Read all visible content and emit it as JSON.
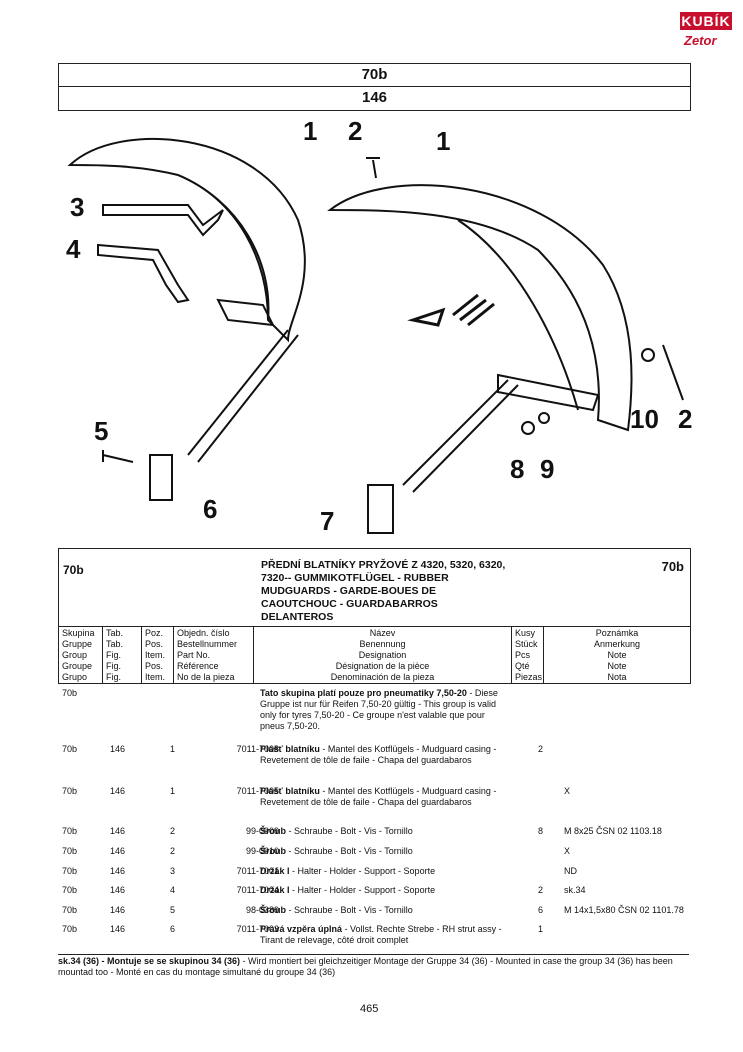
{
  "brand": {
    "line1": "KUBÍK",
    "line2": "Zetor"
  },
  "header": {
    "group": "70b",
    "figure": "146"
  },
  "callouts": [
    "1",
    "2",
    "1",
    "3",
    "4",
    "5",
    "6",
    "7",
    "8",
    "9",
    "10",
    "2"
  ],
  "section": {
    "code_left": "70b",
    "code_right": "70b",
    "title": "PŘEDNÍ BLATNÍKY PRYŽOVÉ Z 4320, 5320, 6320, 7320-- GUMMIKOTFLÜGEL - RUBBER MUDGUARDS - GARDE-BOUES DE CAOUTCHOUC - GUARDABARROS DELANTEROS"
  },
  "columns": {
    "group": [
      "Skupina",
      "Gruppe",
      "Group",
      "Groupe",
      "Grupo"
    ],
    "figure": [
      "Tab.",
      "Tab.",
      "Fig.",
      "Fig.",
      "Fig."
    ],
    "pos": [
      "Poz.",
      "Pos.",
      "Item.",
      "Pos.",
      "Item."
    ],
    "part": [
      "Objedn. číslo",
      "Bestellnummer",
      "Part No.",
      "Référence",
      "No de la pieza"
    ],
    "name": [
      "Název",
      "Benennung",
      "Designation",
      "Désignation de la pièce",
      "Denominación de la pieza"
    ],
    "qty": [
      "Kusy",
      "Stück",
      "Pcs",
      "Qté",
      "Piezas"
    ],
    "note": [
      "Poznámka",
      "Anmerkung",
      "Note",
      "Note",
      "Nota"
    ]
  },
  "intro": {
    "group": "70b",
    "bold": "Tato skupina platí pouze pro pneumatiky 7,50-20",
    "text": " - Diese Gruppe ist nur für Reifen 7,50-20 gültig - This group is valid only for tyres 7,50-20 - Ce groupe n'est valable que pour pneus 7,50-20."
  },
  "rows": [
    {
      "group": "70b",
      "fig": "146",
      "pos": "1",
      "part": "7011-7008",
      "name_bold": "Plášť blatníku",
      "name": " - Mantel des Kotflügels - Mudguard casing - Revetement de tôle de faile - Chapa del guardabaros",
      "qty": "2",
      "note": ""
    },
    {
      "group": "70b",
      "fig": "146",
      "pos": "1",
      "part": "7011-7005",
      "name_bold": "Plášť blatníku",
      "name": " - Mantel des Kotflügels - Mudguard casing - Revetement de tôle de faile - Chapa del guardabaros",
      "qty": "",
      "note": "X"
    },
    {
      "group": "70b",
      "fig": "146",
      "pos": "2",
      "part": "99-0909",
      "name_bold": "Šroub",
      "name": " - Schraube - Bolt - Vis - Tornillo",
      "qty": "8",
      "note": "M 8x25 ČSN 02 1103.18"
    },
    {
      "group": "70b",
      "fig": "146",
      "pos": "2",
      "part": "99-0910",
      "name_bold": "Šroub",
      "name": " - Schraube - Bolt - Vis - Tornillo",
      "qty": "",
      "note": "X"
    },
    {
      "group": "70b",
      "fig": "146",
      "pos": "3",
      "part": "7011-7001",
      "name_bold": "Držák I",
      "name": " - Halter - Holder - Support - Soporte",
      "qty": "",
      "note": "ND"
    },
    {
      "group": "70b",
      "fig": "146",
      "pos": "4",
      "part": "7011-7004",
      "name_bold": "Držák I",
      "name": " - Halter - Holder - Support - Soporte",
      "qty": "2",
      "note": "sk.34"
    },
    {
      "group": "70b",
      "fig": "146",
      "pos": "5",
      "part": "98-0389",
      "name_bold": "Šroub",
      "name": " - Schraube - Bolt - Vis - Tornillo",
      "qty": "6",
      "note": "M 14x1,5x80 ČSN 02 1101.78"
    },
    {
      "group": "70b",
      "fig": "146",
      "pos": "6",
      "part": "7011-7003",
      "name_bold": "Pravá vzpěra úplná",
      "name": " - Vollst. Rechte Strebe - RH strut assy - Tirant de relevage, côté droit complet",
      "qty": "1",
      "note": ""
    }
  ],
  "footnote": {
    "bold": "sk.34 (36) - Montuje se se skupinou 34 (36)",
    "text": " - Wird montiert bei gleichzeitiger Montage der Gruppe 34 (36) - Mounted in case the group 34 (36) has been mountad too - Monté en cas du montage simultané du groupe 34 (36)"
  },
  "page_number": "465"
}
